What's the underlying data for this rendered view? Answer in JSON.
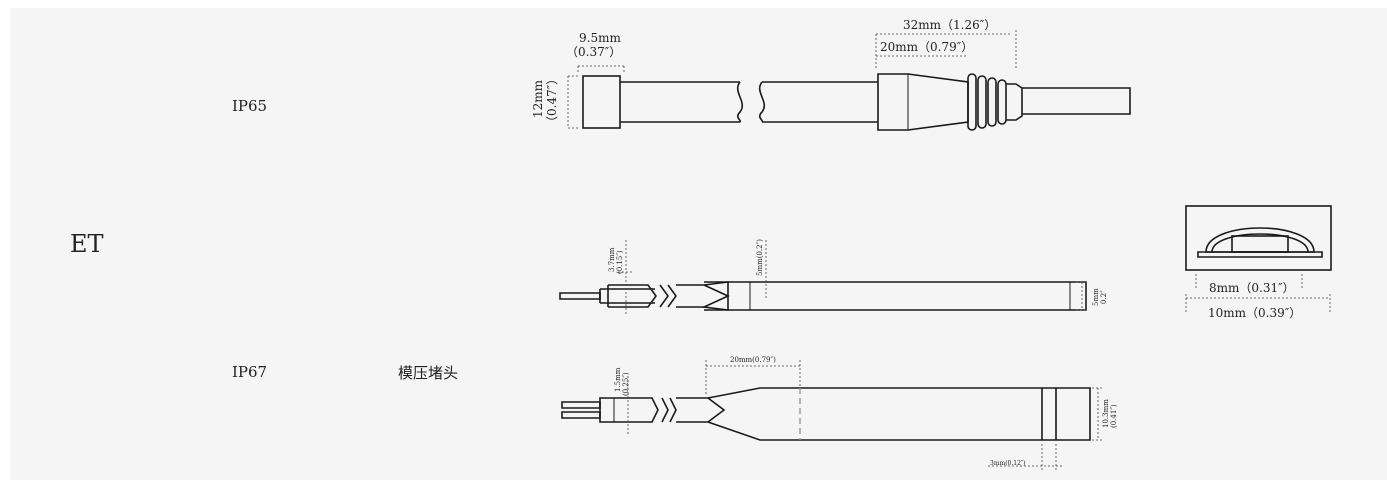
{
  "labels": {
    "ip65": "IP65",
    "et": "ET",
    "ip67": "IP67",
    "molded_end_cap": "模压堵头"
  },
  "ip65_drawing": {
    "cap_width": "9.5mm",
    "cap_width_in": "（0.37″）",
    "height": "12mm",
    "height_in": "（0.47″）",
    "connector_total": "32mm（1.26″）",
    "connector_body": "20mm（0.79″）"
  },
  "et_drawing": {
    "wire_dim": "3.7mm",
    "wire_dim_in": "(0.15″)",
    "body_dim": "5mm(0.2″)",
    "end_dim": "5mm",
    "end_dim_in": "0.2″"
  },
  "ip67_drawing": {
    "body_length": "20mm(0.79″)",
    "wire_dim": "1.5mm",
    "wire_dim_in": "(0.25″)",
    "height": "10.3mm",
    "height_in": "(0.41″)",
    "cap_length": "3mm(0.12″)"
  },
  "cross_section": {
    "inner_width": "8mm（0.31″）",
    "outer_width": "10mm（0.39″）"
  },
  "colors": {
    "panel": "#f5f5f5",
    "line": "#1a1a1a",
    "text": "#222222"
  }
}
